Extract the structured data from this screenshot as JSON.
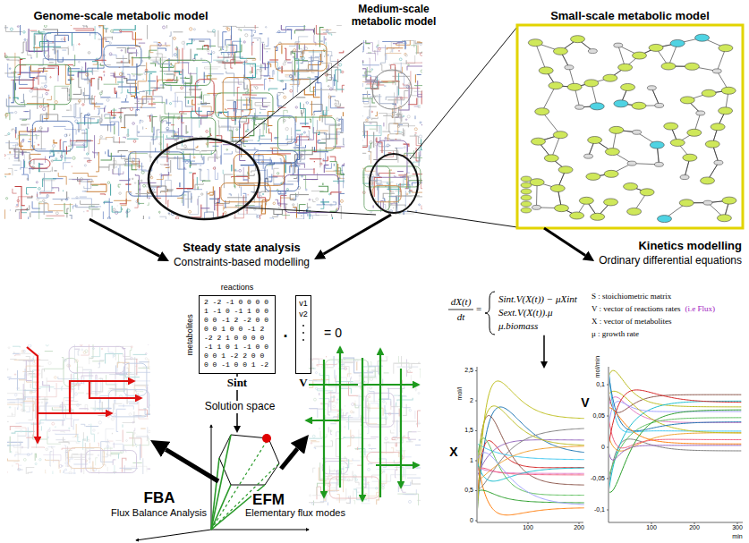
{
  "diagram": {
    "nodes": [
      {
        "text": [
          "Genome-scale metabolic model"
        ]
      },
      {
        "text": [
          "Medium-scale metabolic model"
        ]
      },
      {
        "text": [
          "Small-scale metabolic model"
        ]
      },
      {
        "text": [
          "Steady state analysis",
          "Constraints-based modelling"
        ]
      },
      {
        "text": [
          "2 -2 -1 0 0 0 0",
          "1 -1 0 -1 1 0 0",
          "0 0 -1 2 -2 0 0",
          "0 0 1 0 0 -1 2",
          "-2 2 1 0 0 0 0",
          "-1 1 0 1 -1 0 0",
          "0 0 1 -2 2 0 0",
          "0 0 -1 0 0 1 -2",
          "Sint"
        ]
      },
      {
        "text": [
          "v1",
          "v2",
          "V"
        ]
      },
      {
        "text": [
          "Solution space"
        ]
      },
      {
        "text": [
          "FBA",
          "Flux Balance Analysis"
        ]
      },
      {
        "text": [
          "EFM",
          "Elementary flux modes"
        ]
      },
      {
        "text": [
          "Kinetics modelling",
          "Ordinary differential equations"
        ]
      },
      {
        "text": [
          "dX(t)",
          "dt",
          "=",
          "Sint.V(X(t)) − μXint",
          "Sext.V(X(t)).μ",
          "μ.biomass"
        ]
      },
      {
        "text": [
          "X"
        ]
      },
      {
        "text": [
          "V"
        ]
      }
    ],
    "edges": [
      {
        "from": 0,
        "to": 3,
        "arrow": "to"
      },
      {
        "from": 1,
        "to": 3,
        "arrow": "to"
      },
      {
        "from": 2,
        "to": 9,
        "arrow": "to"
      },
      {
        "from": 4,
        "to": 6,
        "arrow": "to"
      },
      {
        "from": 6,
        "to": 7,
        "arrow": "to"
      },
      {
        "from": 6,
        "to": 8,
        "arrow": "to"
      },
      {
        "from": 10,
        "to": 11,
        "arrow": "to"
      }
    ],
    "labels": [
      "reactions",
      "metabolites",
      ".",
      "= 0",
      "S : stoichiometric matrix",
      "V : vector of reactions rates",
      "(i.e Flux)",
      "X : vector of metabolites",
      "μ : growth rate",
      "mol/l",
      "2,5",
      "2",
      "1,5",
      "1",
      "0,5",
      "0",
      "100",
      "200",
      "mol/min",
      "0,1",
      "0,05",
      "0",
      "-0,05",
      "-0,1",
      "100",
      "200",
      "300",
      "min"
    ]
  }
}
